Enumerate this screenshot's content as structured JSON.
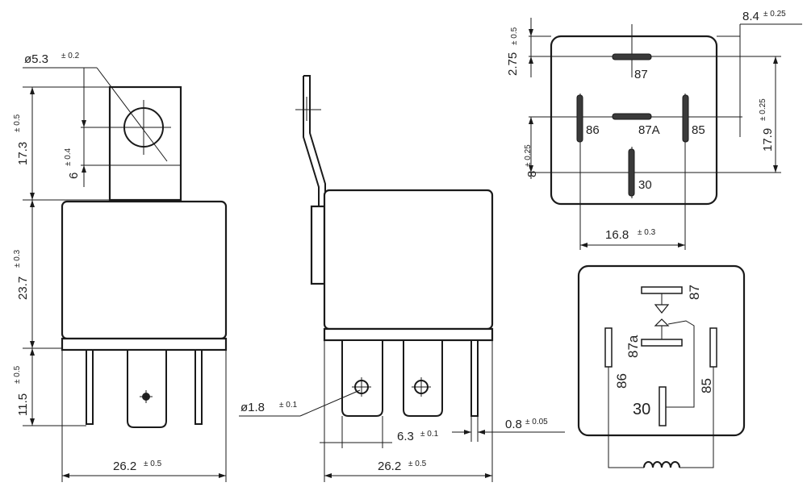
{
  "dimensions": {
    "hole_dia": {
      "value": "ø5.3",
      "tol": "± 0.2"
    },
    "hole_offset": {
      "value": "6",
      "tol": "± 0.4"
    },
    "bracket_height": {
      "value": "17.3",
      "tol": "± 0.5"
    },
    "body_height": {
      "value": "23.7",
      "tol": "± 0.3"
    },
    "pin_length": {
      "value": "11.5",
      "tol": "± 0.5"
    },
    "width_front": {
      "value": "26.2",
      "tol": "± 0.5"
    },
    "width_side": {
      "value": "26.2",
      "tol": "± 0.5"
    },
    "pin_hole_dia": {
      "value": "ø1.8",
      "tol": "± 0.1"
    },
    "pin_width": {
      "value": "6.3",
      "tol": "± 0.1"
    },
    "pin_thickness": {
      "value": "0.8",
      "tol": "± 0.05"
    },
    "top_margin": {
      "value": "2.75",
      "tol": "± 0.5"
    },
    "right_margin": {
      "value": "8.4",
      "tol": "± 0.25"
    },
    "vert_span": {
      "value": "17.9",
      "tol": "± 0.25"
    },
    "side_pin_offset": {
      "value": "8",
      "tol": "± 0.25"
    },
    "horiz_span": {
      "value": "16.8",
      "tol": "± 0.3"
    }
  },
  "pins_top": {
    "p87": "87",
    "p86": "86",
    "p87a": "87A",
    "p85": "85",
    "p30": "30"
  },
  "pins_schematic": {
    "p87": "87",
    "p87a": "87a",
    "p86": "86",
    "p85": "85",
    "p30": "30"
  }
}
